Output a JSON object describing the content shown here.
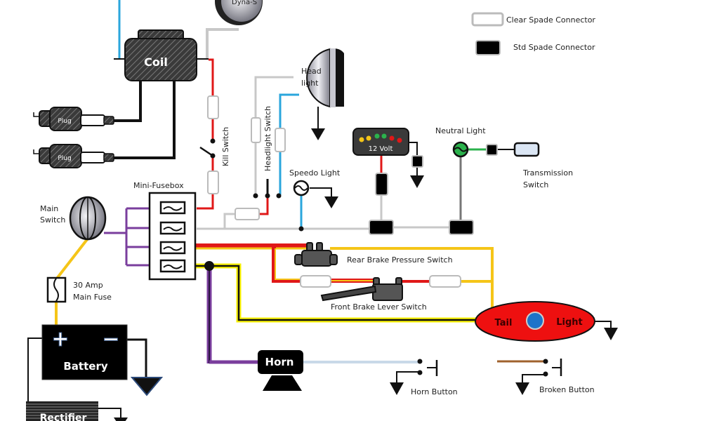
{
  "legend": {
    "clear_spade": "Clear Spade Connector",
    "std_spade": "Std Spade Connector"
  },
  "components": {
    "dyna_s": "Dyna-S",
    "coil": "Coil",
    "plug_1": "Plug",
    "plug_2": "Plug",
    "kill_switch": "Kill Switch",
    "headlight_switch": "Headlight Switch",
    "headlight_line1": "Head",
    "headlight_line2": "light",
    "speedo_light": "Speedo Light",
    "volt_meter": "12 Volt",
    "neutral_light": "Neutral Light",
    "transmission_switch_line1": "Transmission",
    "transmission_switch_line2": "Switch",
    "mini_fusebox": "Mini-Fusebox",
    "main_switch_line1": "Main",
    "main_switch_line2": "Switch",
    "main_fuse_line1": "30 Amp",
    "main_fuse_line2": "Main Fuse",
    "rear_brake_switch": "Rear Brake Pressure Switch",
    "front_brake_switch": "Front Brake Lever  Switch",
    "tail_light_left": "Tail",
    "tail_light_right": "Light",
    "battery": "Battery",
    "battery_plus": "+",
    "battery_minus": "−",
    "rectifier": "Rectifier",
    "horn": "Horn",
    "horn_button": "Horn Button",
    "broken_button": "Broken Button"
  },
  "wire_colors": {
    "blue": "#2aa6dc",
    "red": "#e01818",
    "yellow": "#f5c518",
    "bright_yellow": "#f7f000",
    "purple": "#7a3e9d",
    "grey": "#c8c8c8",
    "green": "#2bb24c",
    "brown": "#a0622d",
    "light_blue": "#c9d9e8",
    "black": "#111111"
  }
}
